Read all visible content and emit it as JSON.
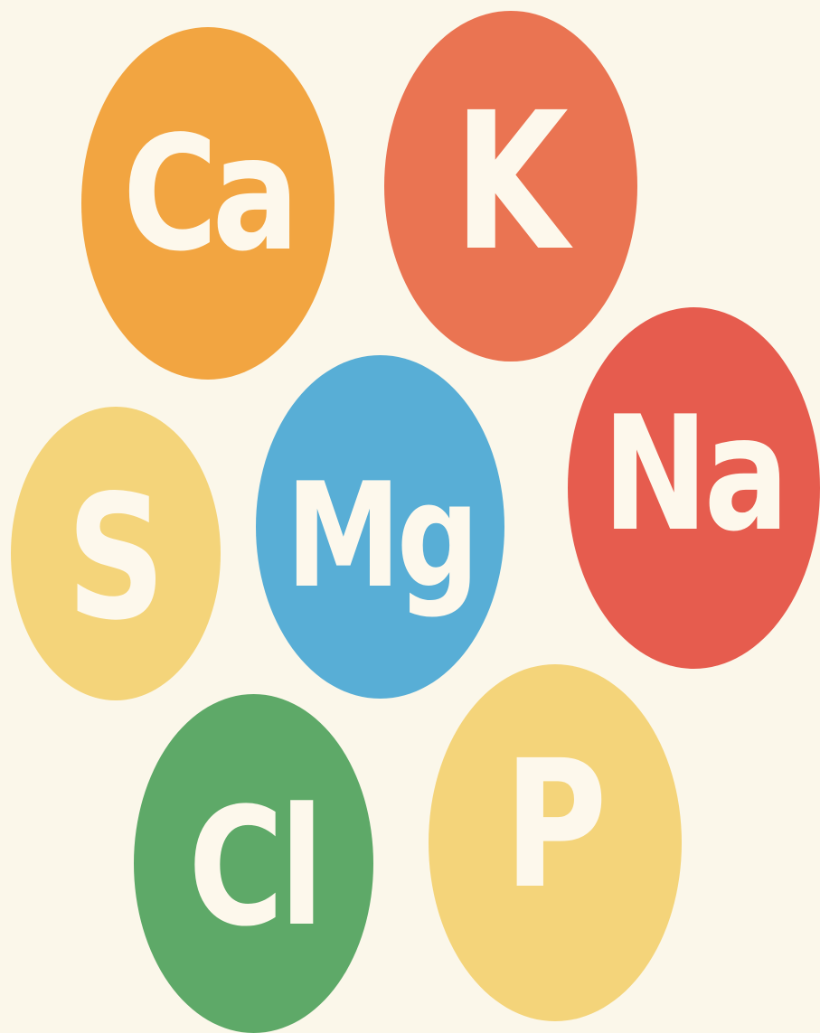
{
  "elements": [
    {
      "id": "ca",
      "symbol": "Ca",
      "color": "#f2a541"
    },
    {
      "id": "k",
      "symbol": "K",
      "color": "#ea7452"
    },
    {
      "id": "s",
      "symbol": "S",
      "color": "#f4d47a"
    },
    {
      "id": "mg",
      "symbol": "Mg",
      "color": "#58aed6"
    },
    {
      "id": "na",
      "symbol": "Na",
      "color": "#e65c4e"
    },
    {
      "id": "cl",
      "symbol": "Cl",
      "color": "#5ea968"
    },
    {
      "id": "p",
      "symbol": "P",
      "color": "#f4d47a"
    }
  ],
  "colors": {
    "background": "#fbf7ea",
    "text": "#fdf8ec"
  }
}
